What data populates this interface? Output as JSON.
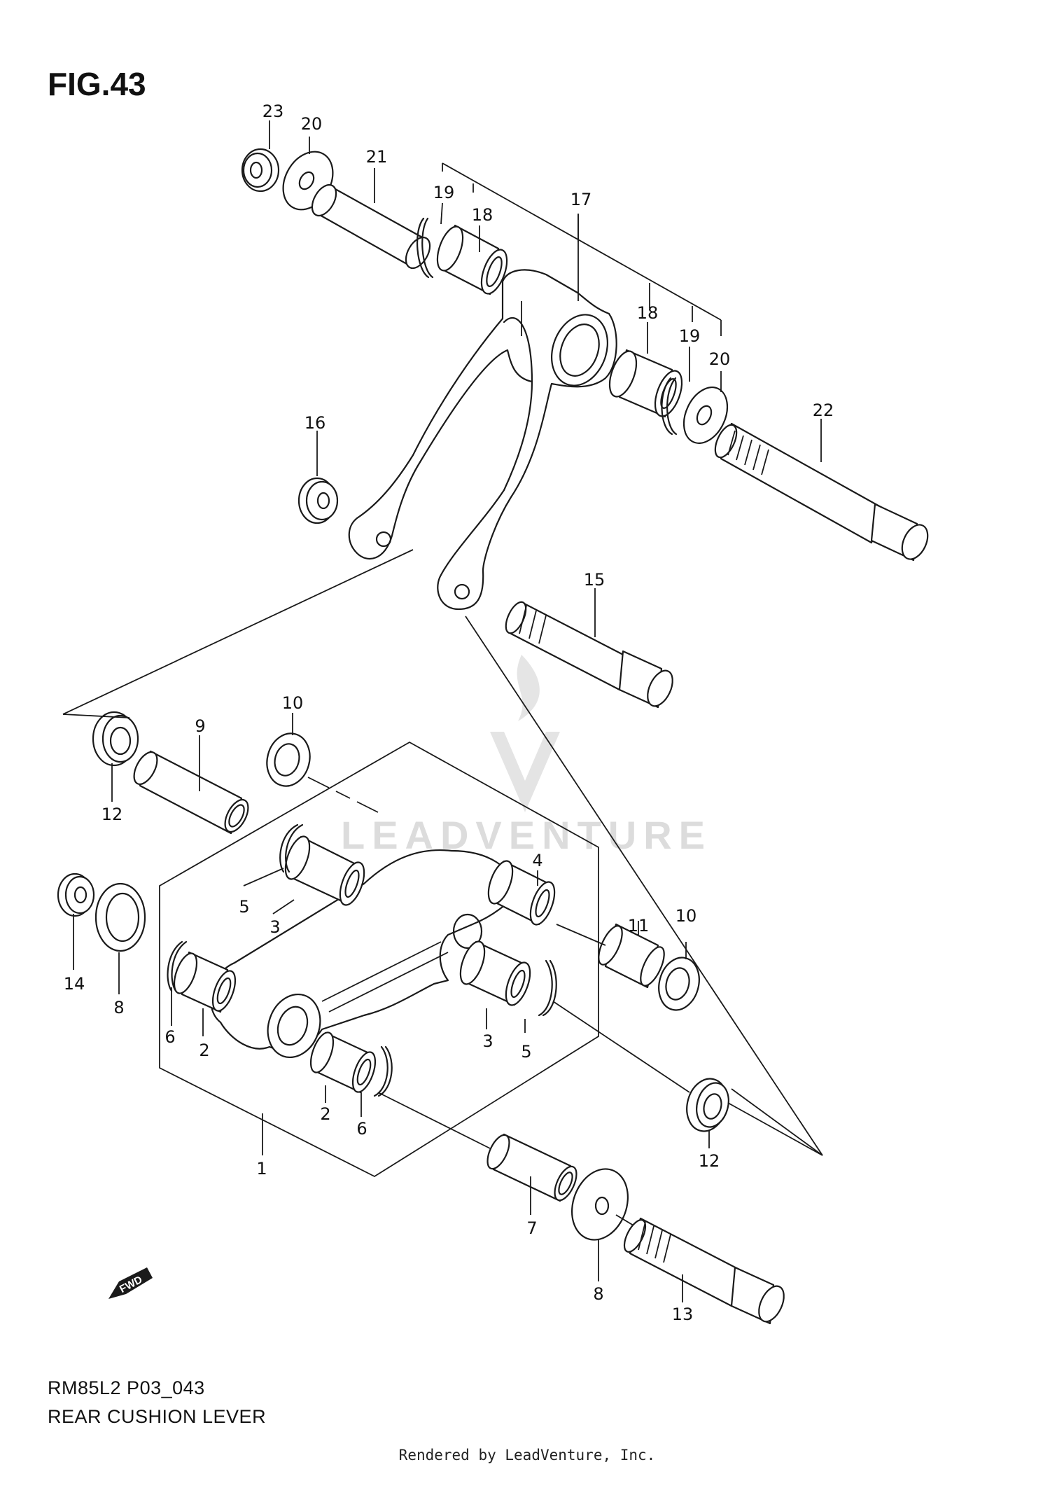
{
  "figure": {
    "title": "FIG.43",
    "code": "RM85L2 P03_043",
    "name": "REAR CUSHION LEVER",
    "rendered_by": "Rendered by LeadVenture, Inc.",
    "watermark": "LEADVENTURE",
    "direction_badge": "FWD"
  },
  "callouts": [
    {
      "id": "c23a",
      "text": "23"
    },
    {
      "id": "c20a",
      "text": "20"
    },
    {
      "id": "c21",
      "text": "21"
    },
    {
      "id": "c19a",
      "text": "19"
    },
    {
      "id": "c18a",
      "text": "18"
    },
    {
      "id": "c17",
      "text": "17"
    },
    {
      "id": "c18b",
      "text": "18"
    },
    {
      "id": "c19b",
      "text": "19"
    },
    {
      "id": "c20b",
      "text": "20"
    },
    {
      "id": "c22",
      "text": "22"
    },
    {
      "id": "c16",
      "text": "16"
    },
    {
      "id": "c15",
      "text": "15"
    },
    {
      "id": "c10a",
      "text": "10"
    },
    {
      "id": "c9",
      "text": "9"
    },
    {
      "id": "c12a",
      "text": "12"
    },
    {
      "id": "c4",
      "text": "4"
    },
    {
      "id": "c5a",
      "text": "5"
    },
    {
      "id": "c3a",
      "text": "3"
    },
    {
      "id": "c14",
      "text": "14"
    },
    {
      "id": "c8a",
      "text": "8"
    },
    {
      "id": "c6a",
      "text": "6"
    },
    {
      "id": "c2a",
      "text": "2"
    },
    {
      "id": "c11",
      "text": "11"
    },
    {
      "id": "c10b",
      "text": "10"
    },
    {
      "id": "c3b",
      "text": "3"
    },
    {
      "id": "c5b",
      "text": "5"
    },
    {
      "id": "c2b",
      "text": "2"
    },
    {
      "id": "c6b",
      "text": "6"
    },
    {
      "id": "c1",
      "text": "1"
    },
    {
      "id": "c12b",
      "text": "12"
    },
    {
      "id": "c7",
      "text": "7"
    },
    {
      "id": "c8b",
      "text": "8"
    },
    {
      "id": "c13",
      "text": "13"
    }
  ],
  "colors": {
    "ink": "#1a1a1a",
    "paper": "#ffffff",
    "watermark": "#d9d9d9"
  }
}
